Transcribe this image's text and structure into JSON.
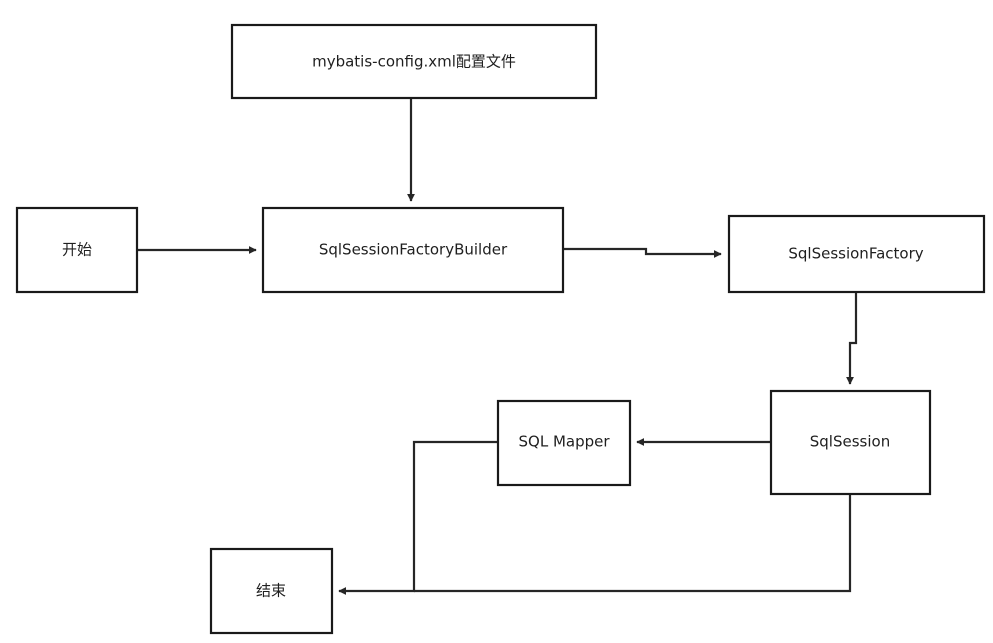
{
  "nodes": {
    "config_file": {
      "label": "mybatis-config.xml配置文件"
    },
    "start": {
      "label": "开始"
    },
    "builder": {
      "label": "SqlSessionFactoryBuilder"
    },
    "factory": {
      "label": "SqlSessionFactory"
    },
    "session": {
      "label": "SqlSession"
    },
    "mapper": {
      "label": "SQL Mapper"
    },
    "end": {
      "label": "结束"
    }
  },
  "edges": [
    {
      "from": "config_file",
      "to": "builder"
    },
    {
      "from": "start",
      "to": "builder"
    },
    {
      "from": "builder",
      "to": "factory"
    },
    {
      "from": "factory",
      "to": "session"
    },
    {
      "from": "session",
      "to": "mapper"
    },
    {
      "from": "mapper",
      "to": "end"
    },
    {
      "from": "session",
      "to": "end"
    }
  ],
  "colors": {
    "stroke": "#1a1a1a",
    "background": "#ffffff"
  }
}
